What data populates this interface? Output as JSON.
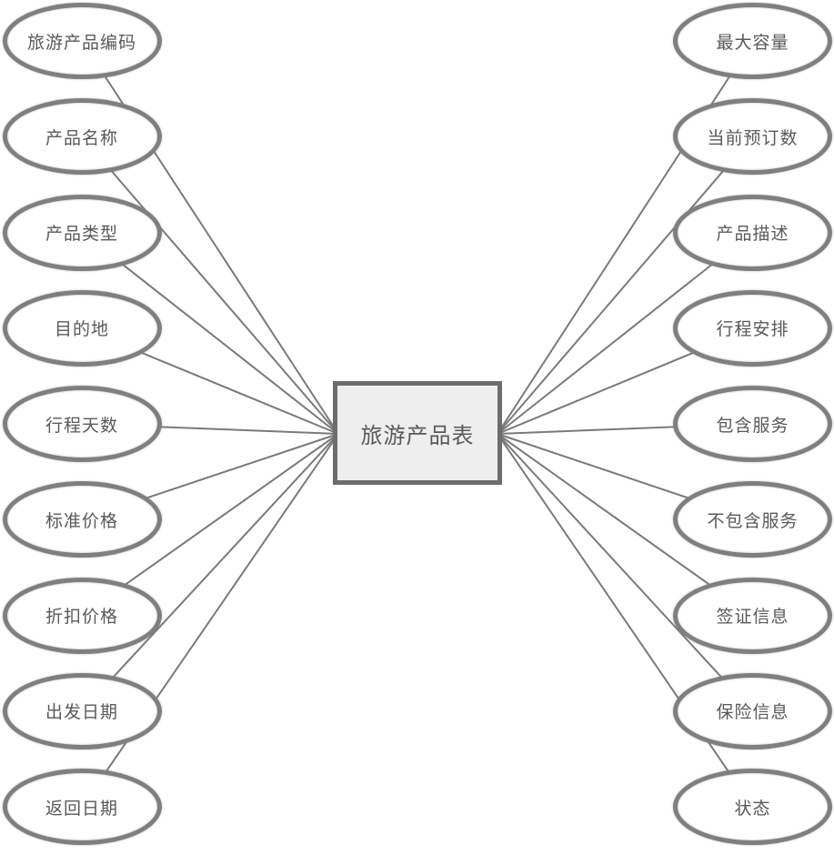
{
  "diagram": {
    "entity": {
      "label": "旅游产品表"
    },
    "left_attributes": [
      {
        "label": "旅游产品编码"
      },
      {
        "label": "产品名称"
      },
      {
        "label": "产品类型"
      },
      {
        "label": "目的地"
      },
      {
        "label": "行程天数"
      },
      {
        "label": "标准价格"
      },
      {
        "label": "折扣价格"
      },
      {
        "label": "出发日期"
      },
      {
        "label": "返回日期"
      }
    ],
    "right_attributes": [
      {
        "label": "最大容量"
      },
      {
        "label": "当前预订数"
      },
      {
        "label": "产品描述"
      },
      {
        "label": "行程安排"
      },
      {
        "label": "包含服务"
      },
      {
        "label": "不包含服务"
      },
      {
        "label": "签证信息"
      },
      {
        "label": "保险信息"
      },
      {
        "label": "状态"
      }
    ],
    "colors": {
      "node_border": "#7f7f7f",
      "node_fill": "#ffffff",
      "connector": "#7a7a7a",
      "entity_border": "#6d6d6d",
      "entity_fill": "#eeeeee",
      "text": "#595959"
    }
  }
}
